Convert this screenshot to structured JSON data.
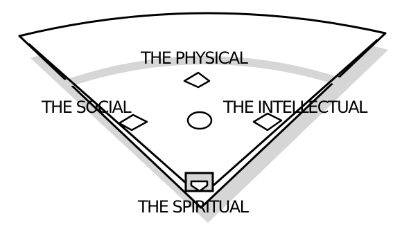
{
  "diagram": {
    "bases": {
      "second": "THE PHYSICAL",
      "third": "THE SOCIAL",
      "first": "THE INTELLECTUAL",
      "home": "THE SPIRITUAL"
    },
    "colors": {
      "shadow": "#d6d6d6",
      "stroke": "#000000",
      "field": "#ffffff"
    }
  }
}
